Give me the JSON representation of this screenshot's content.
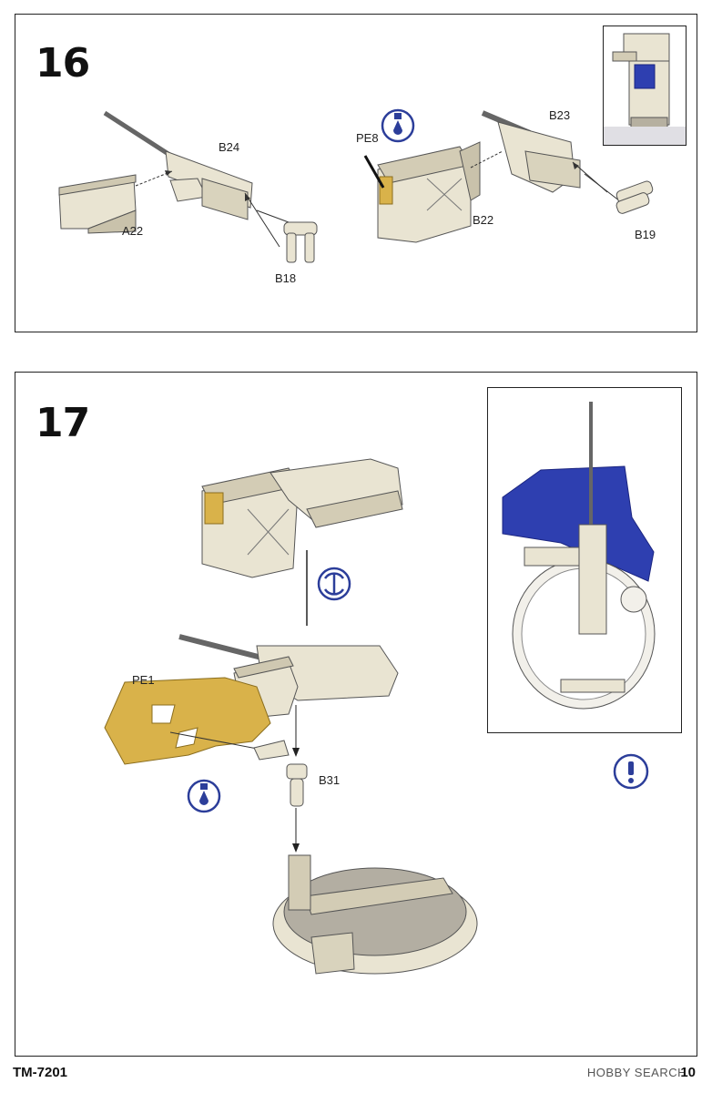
{
  "document": {
    "code": "TM-7201",
    "page_number": "10",
    "watermark": "HOBBY SEARCH"
  },
  "step16": {
    "number": "16",
    "labels": {
      "b24": "B24",
      "a22": "A22",
      "b18": "B18",
      "pe8": "PE8",
      "b23": "B23",
      "b22": "B22",
      "b19": "B19"
    },
    "icons": [
      "glue-icon"
    ]
  },
  "step17": {
    "number": "17",
    "labels": {
      "pe1": "PE1",
      "b31": "B31"
    },
    "icons": [
      "rotate-icon",
      "glue-icon",
      "attention-icon"
    ]
  },
  "colors": {
    "part": "#e9e4d2",
    "part_shadow": "#c9c2ab",
    "photo_etch": "#d9b24a",
    "highlight_blue": "#2e3fb0",
    "icon_blue": "#2c3e9a"
  }
}
